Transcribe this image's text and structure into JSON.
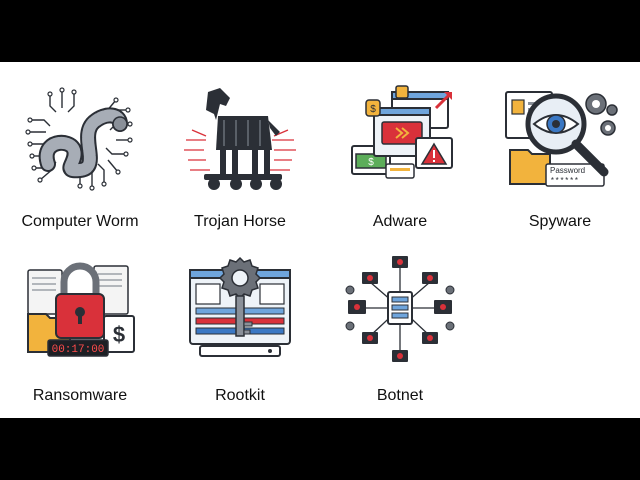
{
  "items": [
    {
      "label": "Computer Worm",
      "icon": "computer-worm-icon"
    },
    {
      "label": "Trojan Horse",
      "icon": "trojan-horse-icon"
    },
    {
      "label": "Adware",
      "icon": "adware-icon"
    },
    {
      "label": "Spyware",
      "icon": "spyware-icon"
    },
    {
      "label": "Ransomware",
      "icon": "ransomware-icon"
    },
    {
      "label": "Rootkit",
      "icon": "rootkit-icon"
    },
    {
      "label": "Botnet",
      "icon": "botnet-icon"
    }
  ],
  "spyware_field": "Password",
  "spyware_mask": "******",
  "ransom_timer": "00:17:00",
  "ransom_symbol": "$",
  "adware_symbol": "$",
  "colors": {
    "accent_red": "#d9313a",
    "outline": "#2b2f36",
    "gear_gray": "#6b7078",
    "folder_yellow": "#f2b33d",
    "screen_blue": "#6fa5dc",
    "money_green": "#5cad5a"
  }
}
